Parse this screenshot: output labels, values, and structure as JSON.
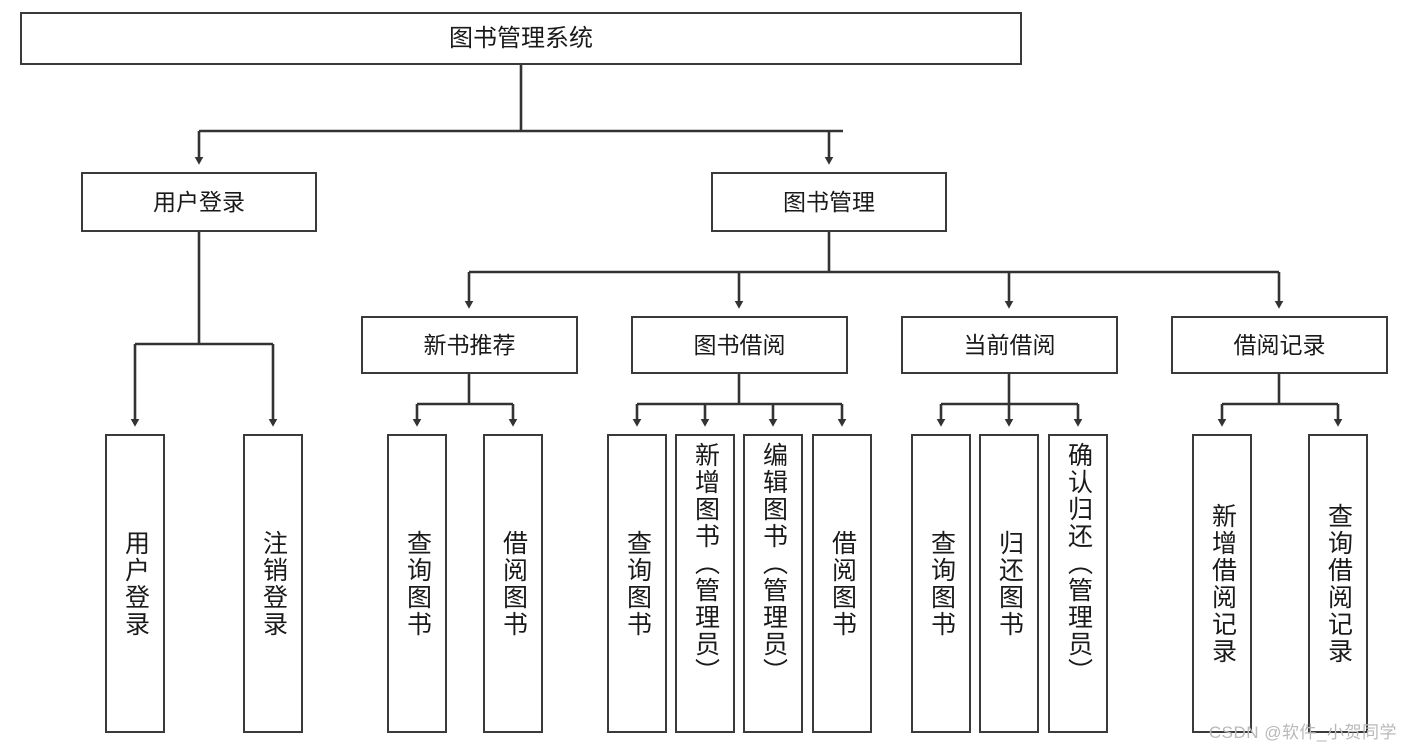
{
  "diagram": {
    "title": "图书管理系统",
    "root": {
      "label": "图书管理系统"
    },
    "level1": [
      {
        "label": "用户登录"
      },
      {
        "label": "图书管理"
      }
    ],
    "level2": [
      {
        "label": "新书推荐"
      },
      {
        "label": "图书借阅"
      },
      {
        "label": "当前借阅"
      },
      {
        "label": "借阅记录"
      }
    ],
    "leaves": {
      "user_login": [
        {
          "label": "用户登录"
        },
        {
          "label": "注销登录"
        }
      ],
      "new_book_recommend": [
        {
          "label": "查询图书"
        },
        {
          "label": "借阅图书"
        }
      ],
      "book_borrow": [
        {
          "label": "查询图书"
        },
        {
          "label": "新增图书（管理员）"
        },
        {
          "label": "编辑图书（管理员）"
        },
        {
          "label": "借阅图书"
        }
      ],
      "current_borrow": [
        {
          "label": "查询图书"
        },
        {
          "label": "归还图书"
        },
        {
          "label": "确认归还（管理员）"
        }
      ],
      "borrow_record": [
        {
          "label": "新增借阅记录"
        },
        {
          "label": "查询借阅记录"
        }
      ]
    },
    "watermark": "CSDN @软件_小贺同学",
    "colors": {
      "border": "#3a3a3a",
      "text": "#1a1a1a",
      "background": "#ffffff",
      "connector": "#333333",
      "watermark": "#b9b9b9"
    }
  }
}
